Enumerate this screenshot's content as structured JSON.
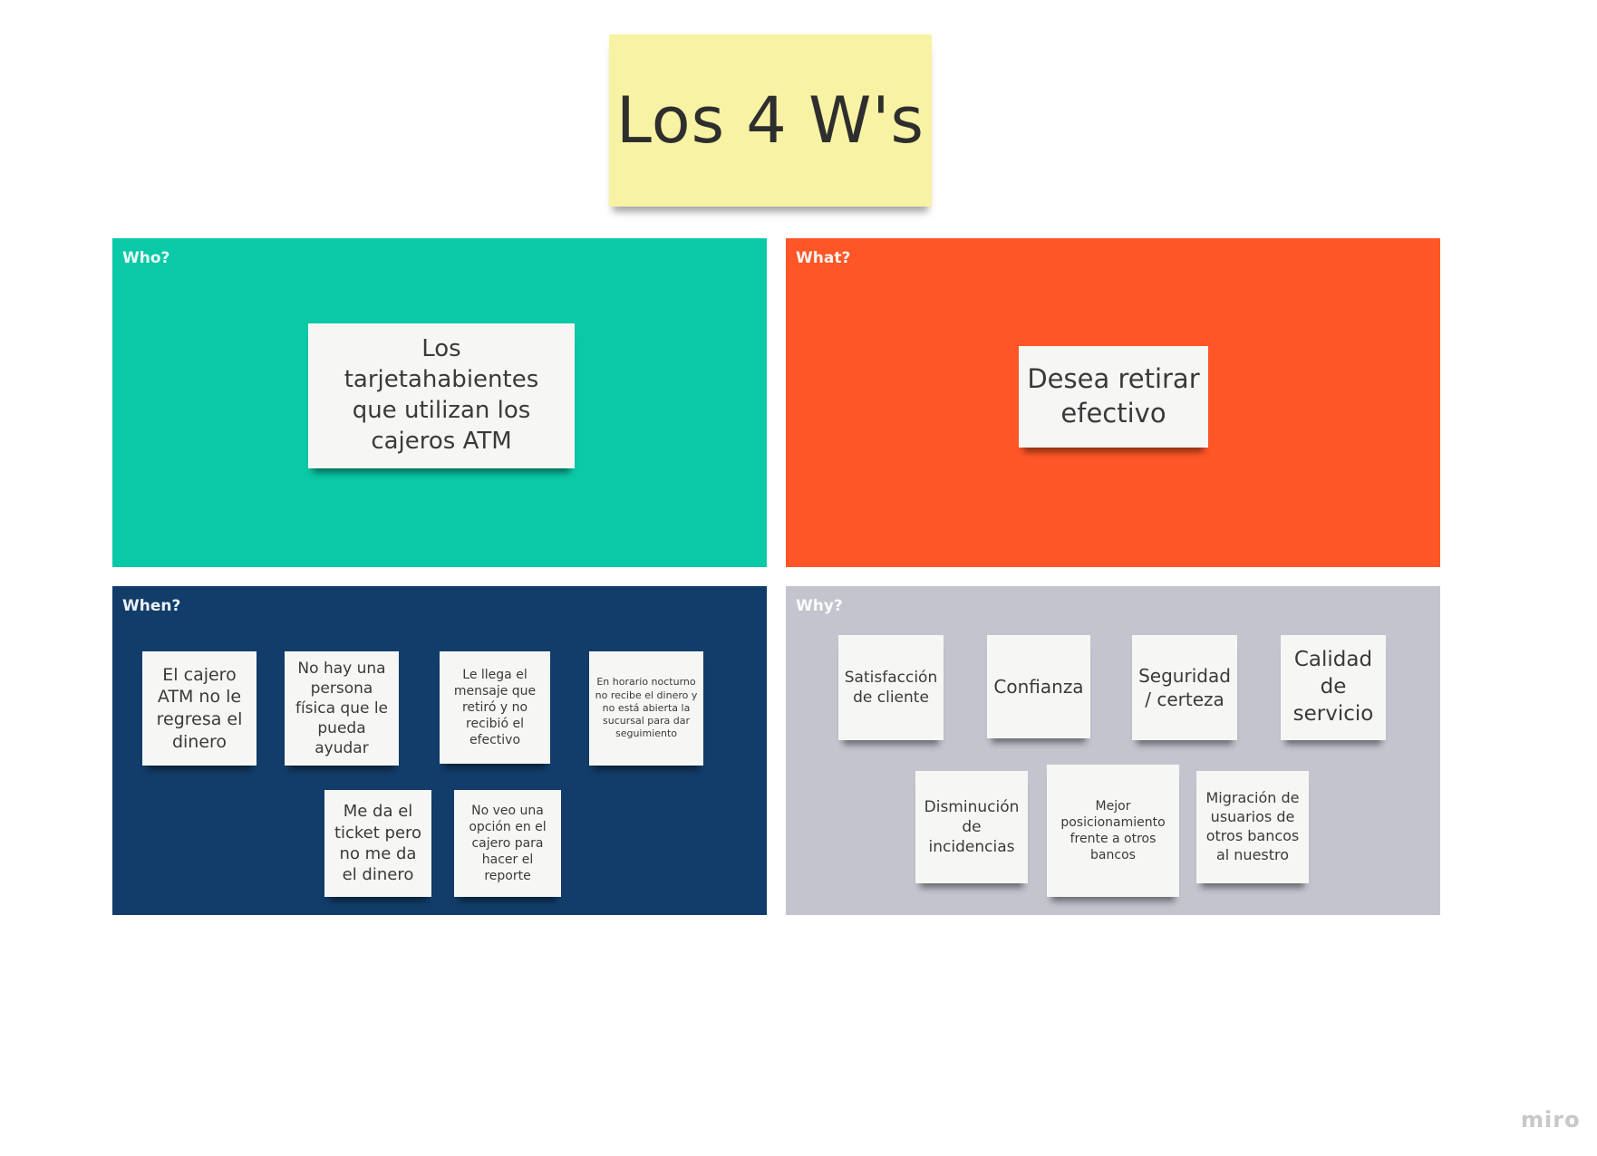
{
  "title": "Los 4 W's",
  "frames": {
    "who": {
      "label": "Who?",
      "notes": [
        "Los tarjetahabientes que utilizan los cajeros ATM"
      ]
    },
    "what": {
      "label": "What?",
      "notes": [
        "Desea retirar efectivo"
      ]
    },
    "when": {
      "label": "When?",
      "notes": [
        "El cajero ATM no le regresa el dinero",
        "No hay una persona física que le pueda ayudar",
        "Le llega el mensaje que retiró y no recibió el efectivo",
        "En horario nocturno no recibe el dinero y no está abierta la sucursal para dar seguimiento",
        "Me da el ticket pero no me da el dinero",
        "No veo una opción en el cajero para hacer el reporte"
      ]
    },
    "why": {
      "label": "Why?",
      "notes": [
        "Satisfacción de cliente",
        "Confianza",
        "Seguridad / certeza",
        "Calidad de servicio",
        "Disminución de incidencias",
        "Mejor posicionamiento frente a otros bancos",
        "Migración de usuarios de otros bancos al nuestro"
      ]
    }
  },
  "watermark": "miro",
  "colors": {
    "title_note": "#f8f2a4",
    "who": "#0ac9a7",
    "what": "#ff5627",
    "when": "#123d6a",
    "why": "#c3c4ce",
    "sticky": "#f6f7f5"
  }
}
